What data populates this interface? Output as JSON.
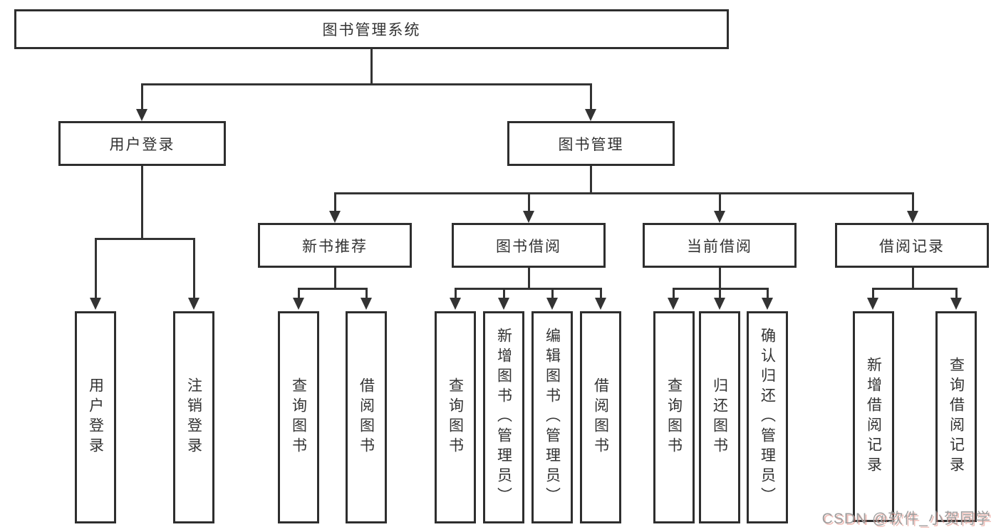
{
  "nodes": {
    "root": {
      "label": "图书管理系统"
    },
    "userLogin": {
      "label": "用户登录"
    },
    "bookManagement": {
      "label": "图书管理"
    },
    "newBookRecommend": {
      "label": "新书推荐"
    },
    "bookBorrow": {
      "label": "图书借阅"
    },
    "currentBorrow": {
      "label": "当前借阅"
    },
    "borrowRecord": {
      "label": "借阅记录"
    },
    "leafUserLogin": {
      "label": "用户登录"
    },
    "leafLogout": {
      "label": "注销登录"
    },
    "leafQueryBookA": {
      "label": "查询图书"
    },
    "leafBorrowBookA": {
      "label": "借阅图书"
    },
    "leafQueryBookB": {
      "label": "查询图书"
    },
    "leafAddBookAdmin": {
      "label": "新增图书（管理员）"
    },
    "leafEditBookAdmin": {
      "label": "编辑图书（管理员）"
    },
    "leafBorrowBookB": {
      "label": "借阅图书"
    },
    "leafQueryBookC": {
      "label": "查询图书"
    },
    "leafReturnBook": {
      "label": "归还图书"
    },
    "leafConfirmReturnAdmin": {
      "label": "确认归还（管理员）"
    },
    "leafAddBorrowRecord": {
      "label": "新增借阅记录"
    },
    "leafQueryBorrowRecord": {
      "label": "查询借阅记录"
    }
  },
  "hierarchy": {
    "图书管理系统": {
      "用户登录": [
        "用户登录",
        "注销登录"
      ],
      "图书管理": {
        "新书推荐": [
          "查询图书",
          "借阅图书"
        ],
        "图书借阅": [
          "查询图书",
          "新增图书（管理员）",
          "编辑图书（管理员）",
          "借阅图书"
        ],
        "当前借阅": [
          "查询图书",
          "归还图书",
          "确认归还（管理员）"
        ],
        "借阅记录": [
          "新增借阅记录",
          "查询借阅记录"
        ]
      }
    }
  },
  "watermark": {
    "text": "CSDN @软件_小贺同学"
  },
  "colors": {
    "line": "#333333",
    "text": "#333333",
    "background": "#ffffff",
    "watermark": "#9e9e9e",
    "watermark_shadow": "#e38c82"
  }
}
